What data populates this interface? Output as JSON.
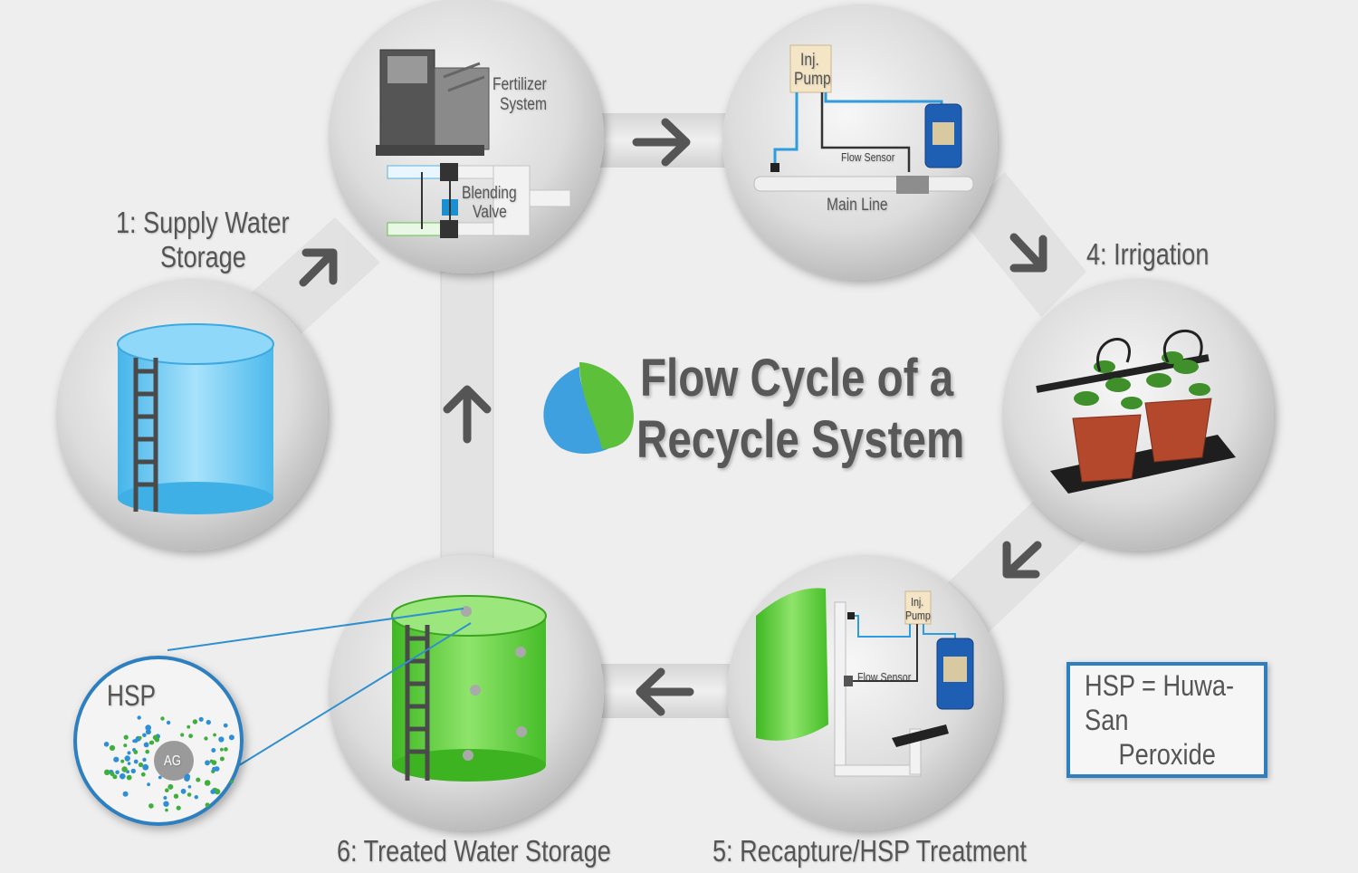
{
  "title": {
    "line1": "Flow Cycle of a",
    "line2": "Recycle System"
  },
  "steps": {
    "supply_line1": "1: Supply Water",
    "supply_line2": "Storage",
    "irrigation": "4: Irrigation",
    "recapture": "5: Recapture/HSP Treatment",
    "treated": "6: Treated Water Storage"
  },
  "fertilizer": {
    "line1": "Fertilizer",
    "line2": "System",
    "valve1": "Blending",
    "valve2": "Valve"
  },
  "injection": {
    "pump1": "Inj.",
    "pump2": "Pump",
    "flow_sensor": "Flow Sensor",
    "main_line": "Main Line"
  },
  "recapture_detail": {
    "pump1": "Inj.",
    "pump2": "Pump",
    "flow_sensor": "Flow Sensor"
  },
  "hsp": {
    "label": "HSP",
    "core": "AG"
  },
  "legend": {
    "line1": "HSP = Huwa-San",
    "line2": "Peroxide"
  },
  "colors": {
    "accent_blue": "#2f7fbf",
    "tank_blue": "#5bc4f2",
    "tank_green": "#5fcf3a",
    "arrow": "#555555"
  }
}
